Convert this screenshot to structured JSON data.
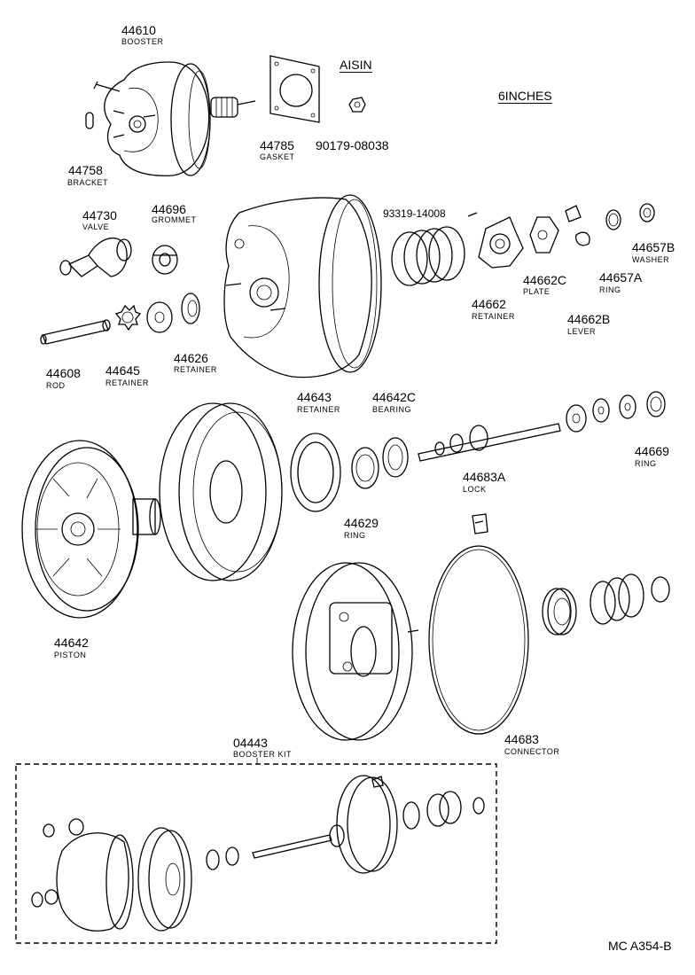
{
  "header": {
    "brand": "AISIN",
    "size": "6INCHES"
  },
  "parts": [
    {
      "id": "booster",
      "number": "44610",
      "name": "BOOSTER"
    },
    {
      "id": "bracket",
      "number": "44758",
      "name": "BRACKET"
    },
    {
      "id": "gasket",
      "number": "44785",
      "name": "GASKET"
    },
    {
      "id": "nut",
      "number": "90179-08038",
      "name": ""
    },
    {
      "id": "valve",
      "number": "44730",
      "name": "VALVE"
    },
    {
      "id": "grommet",
      "number": "44696",
      "name": "GROMMET"
    },
    {
      "id": "bolt",
      "number": "93319-14008",
      "name": ""
    },
    {
      "id": "retainer-44662",
      "number": "44662",
      "name": "RETAINER"
    },
    {
      "id": "plate",
      "number": "44662C",
      "name": "PLATE"
    },
    {
      "id": "lever",
      "number": "44662B",
      "name": "LEVER"
    },
    {
      "id": "ring-44657a",
      "number": "44657A",
      "name": "RING"
    },
    {
      "id": "washer",
      "number": "44657B",
      "name": "WASHER"
    },
    {
      "id": "rod",
      "number": "44608",
      "name": "ROD"
    },
    {
      "id": "retainer-44645",
      "number": "44645",
      "name": "RETAINER"
    },
    {
      "id": "retainer-44626",
      "number": "44626",
      "name": "RETAINER"
    },
    {
      "id": "retainer-44643",
      "number": "44643",
      "name": "RETAINER"
    },
    {
      "id": "bearing",
      "number": "44642C",
      "name": "BEARING"
    },
    {
      "id": "ring-44669",
      "number": "44669",
      "name": "RING"
    },
    {
      "id": "lock",
      "number": "44683A",
      "name": "LOCK"
    },
    {
      "id": "ring-44629",
      "number": "44629",
      "name": "RING"
    },
    {
      "id": "piston",
      "number": "44642",
      "name": "PISTON"
    },
    {
      "id": "connector",
      "number": "44683",
      "name": "CONNECTOR"
    },
    {
      "id": "booster-kit",
      "number": "04443",
      "name": "BOOSTER KIT"
    }
  ],
  "footer": {
    "code": "MC A354-B"
  }
}
